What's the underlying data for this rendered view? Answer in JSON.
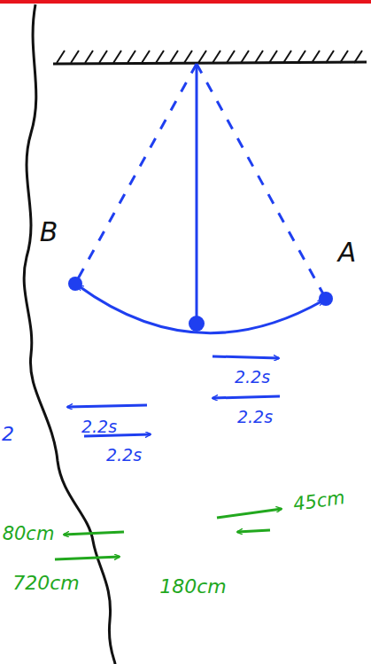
{
  "diagram": {
    "labels": [
      "B",
      "A",
      "2.2s",
      "2.2s",
      "2.2s",
      "2.2s",
      "2",
      "45cm",
      "80cm",
      "720cm",
      "180cm"
    ]
  }
}
